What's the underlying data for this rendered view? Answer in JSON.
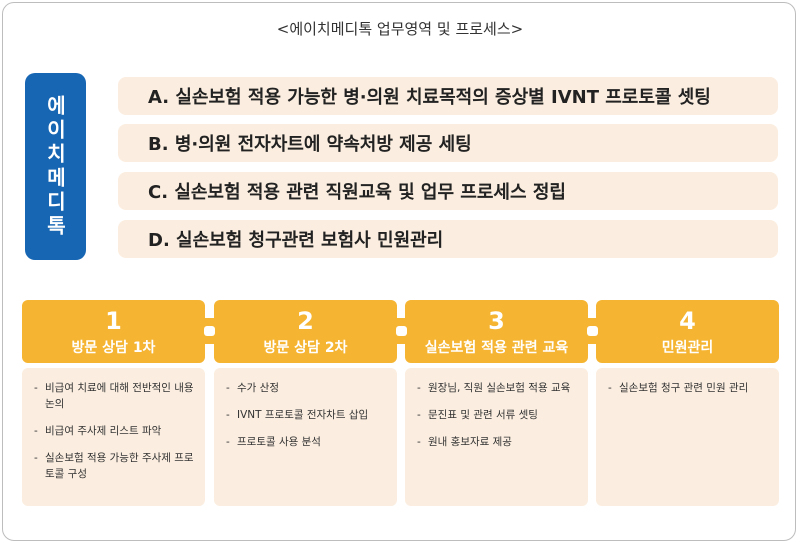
{
  "title": "<에이치메디톡 업무영역 및 프로세스>",
  "brand": "에이치메디톡",
  "colors": {
    "brand_blue": "#1766b3",
    "step_orange": "#f5b431",
    "panel_beige": "#fbeee0"
  },
  "areas": [
    "A. 실손보험 적용 가능한 병·의원 치료목적의 증상별 IVNT 프로토콜 셋팅",
    "B. 병·의원 전자차트에 약속처방 제공 세팅",
    "C. 실손보험 적용 관련 직원교육 및 업무 프로세스 정립",
    "D. 실손보험 청구관련 보험사 민원관리"
  ],
  "steps": [
    {
      "num": "1",
      "label": "방문 상담 1차",
      "items": [
        "비급여 치료에 대해 전반적인 내용 논의",
        "비급여 주사제 리스트 파악",
        "실손보험 적용 가능한 주사제 프로토콜 구성"
      ]
    },
    {
      "num": "2",
      "label": "방문 상담 2차",
      "items": [
        "수가 산정",
        "IVNT 프로토콜 전자차트 삽입",
        "프로토콜 사용 분석"
      ]
    },
    {
      "num": "3",
      "label": "실손보험 적용 관련 교육",
      "items": [
        "원장님, 직원 실손보험 적용 교육",
        "문진표 및 관련 서류 셋팅",
        "원내 홍보자료 제공"
      ]
    },
    {
      "num": "4",
      "label": "민원관리",
      "items": [
        "실손보험 청구 관련 민원 관리"
      ]
    }
  ]
}
